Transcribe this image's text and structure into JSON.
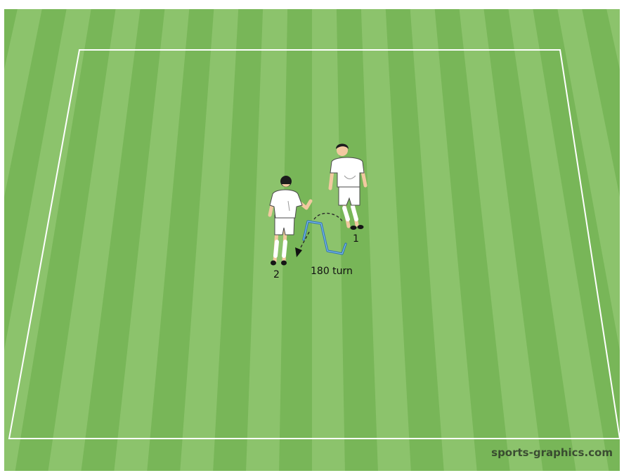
{
  "diagram": {
    "labels": {
      "player_1": "1",
      "player_2": "2",
      "turn": "180 turn"
    },
    "watermark": "sports-graphics.com"
  },
  "colors": {
    "grass_light": "#8cc36c",
    "grass_dark": "#78b658",
    "field_lines": "#ffffff",
    "hurdle": "#2f73b5",
    "kit": "#ffffff",
    "hair": "#1c1c1c",
    "skin": "#f2c9a0"
  },
  "icons": {
    "player": "soccer-player-icon",
    "hurdle": "mini-hurdle-icon",
    "arrow": "dashed-arrow-icon"
  }
}
